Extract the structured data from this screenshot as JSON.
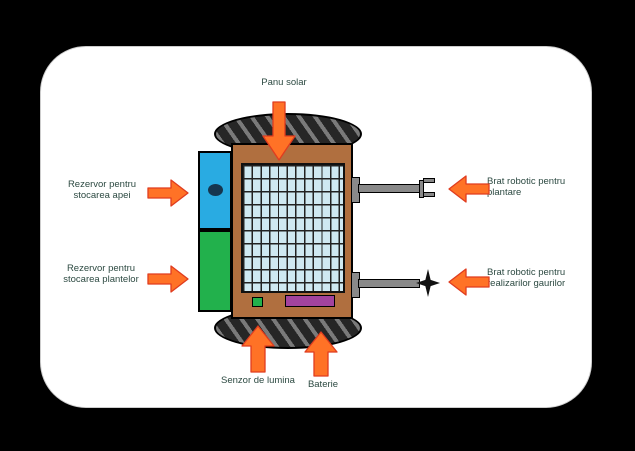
{
  "diagram": {
    "labels": {
      "solar_panel": "Panu solar",
      "water_tank": "Rezervor pentru stocarea apei",
      "plant_tank": "Rezervor pentru stocarea plantelor",
      "arm_planting": "Brat robotic pentru plantare",
      "arm_drilling": "Brat robotic pentru realizarilor gaurilor",
      "light_sensor": "Senzor de lumina",
      "battery": "Baterie"
    },
    "icons": [
      "arrow-down-icon",
      "arrow-right-icon",
      "arrow-left-icon",
      "arrow-up-icon",
      "gripper-icon",
      "drill-bit-icon"
    ]
  },
  "colors": {
    "page_bg": "#000000",
    "card_bg": "#ffffff",
    "text": "#2d4a42",
    "body_brown": "#b06f3f",
    "solar_bg": "#cfe9f2",
    "solar_grid": "#222222",
    "water_blue": "#29abe2",
    "plant_green": "#22b14c",
    "sensor_green": "#22b14c",
    "battery_purple": "#a3439e",
    "port_dark": "#16364f",
    "arm_gray": "#898989",
    "wheel_dark": "#262626",
    "wheel_tread": "#7a7a7a",
    "arrow_fill": "#ff7226",
    "arrow_stroke": "#e03c1f"
  }
}
